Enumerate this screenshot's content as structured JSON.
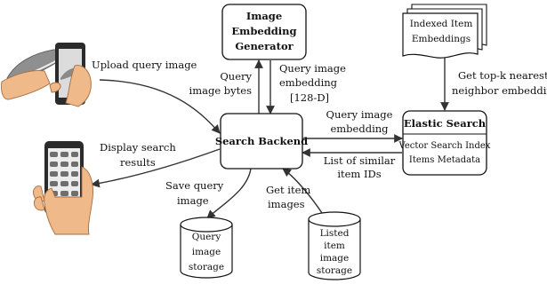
{
  "nodes": {
    "embedding_generator": {
      "lines": [
        "Image",
        "Embedding",
        "Generator"
      ]
    },
    "search_backend": {
      "label": "Search Backend"
    },
    "elastic_search": {
      "title": "Elastic Search",
      "lines": [
        "Vector Search Index",
        "Items Metadata"
      ]
    },
    "indexed_embeddings": {
      "lines": [
        "Indexed Item",
        "Embeddings"
      ]
    },
    "query_storage": {
      "lines": [
        "Query",
        "image",
        "storage"
      ]
    },
    "listed_storage": {
      "lines": [
        "Listed",
        "item",
        "image",
        "storage"
      ]
    }
  },
  "edges": {
    "upload_query": {
      "lines": [
        "Upload query image"
      ]
    },
    "query_bytes": {
      "lines": [
        "Query",
        "image bytes"
      ]
    },
    "query_embedding_128": {
      "lines": [
        "Query image",
        "embedding",
        "[128-D]"
      ]
    },
    "top_k": {
      "lines": [
        "Get top-k nearest",
        "neighbor embeddings"
      ]
    },
    "query_embedding": {
      "lines": [
        "Query image",
        "embedding"
      ]
    },
    "similar_ids": {
      "lines": [
        "List of similar",
        "item IDs"
      ]
    },
    "display_results": {
      "lines": [
        "Display search",
        "results"
      ]
    },
    "save_query": {
      "lines": [
        "Save query",
        "image"
      ]
    },
    "get_item_images": {
      "lines": [
        "Get item",
        "images"
      ]
    }
  },
  "colors": {
    "skin": "#f0b98a",
    "phone": "#2b2b2b",
    "screen": "#dcdcdc",
    "line": "#333333"
  },
  "icons": {
    "upload_phone": "hand-holding-phone-photographing-shoe",
    "results_phone": "hand-holding-phone-with-shoe-grid"
  }
}
